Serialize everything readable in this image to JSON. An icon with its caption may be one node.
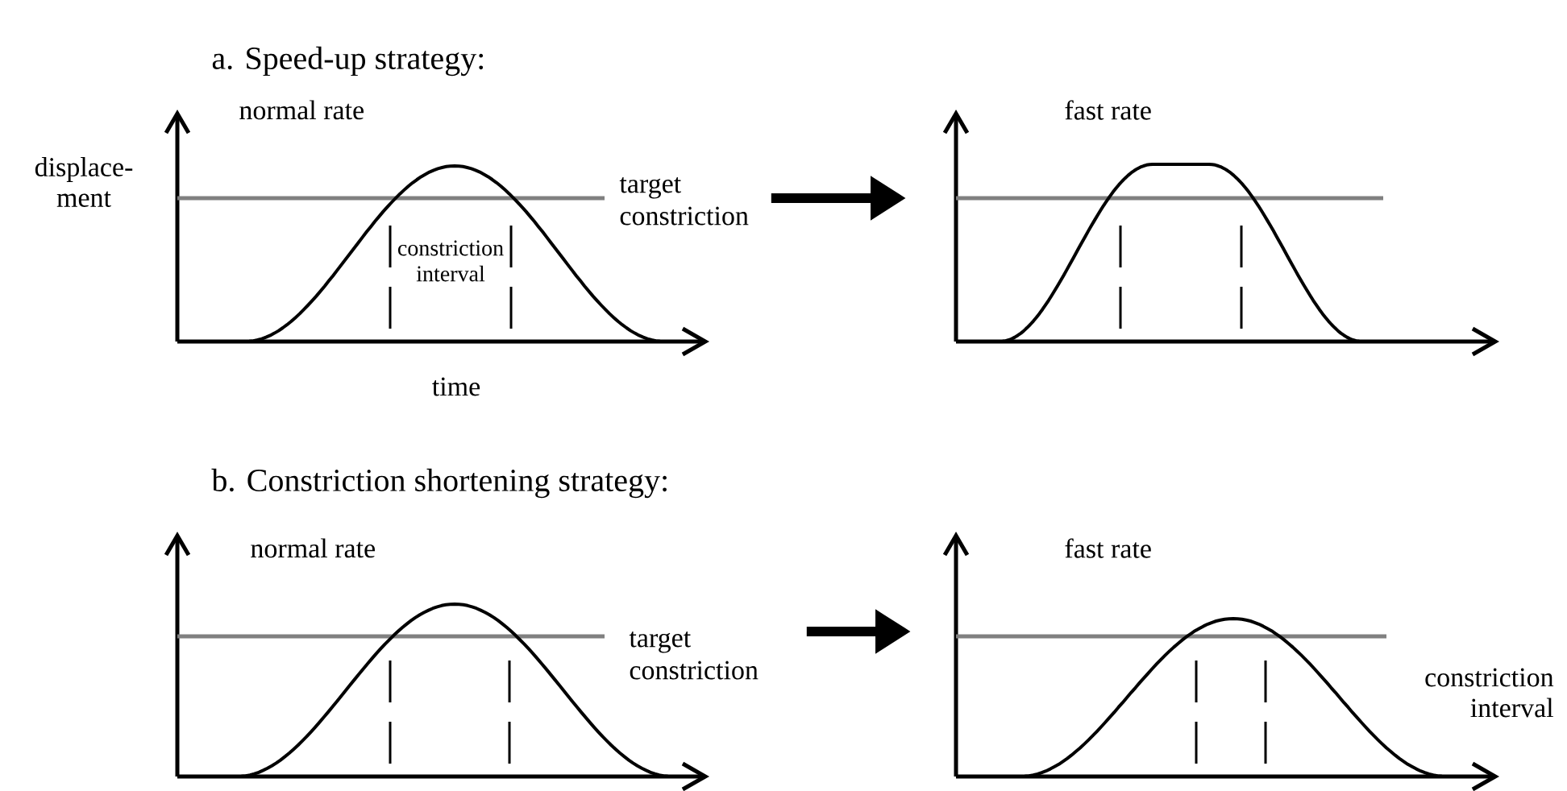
{
  "diagram": {
    "nodes": [
      {
        "text": [
          "normal rate",
          "target constriction"
        ]
      },
      {
        "text": [
          "fast rate"
        ]
      },
      {
        "text": [
          "normal rate",
          "target constriction"
        ]
      },
      {
        "text": [
          "fast rate"
        ]
      }
    ],
    "edges": [
      {
        "from": 0,
        "to": 1,
        "arrow": "to"
      },
      {
        "from": 2,
        "to": 3,
        "arrow": "to"
      }
    ],
    "labels": [
      "a. Speed-up strategy:",
      "displace- ment",
      "constriction interval",
      "time",
      "b. Constriction shortening strategy:",
      "constriction interval"
    ]
  }
}
